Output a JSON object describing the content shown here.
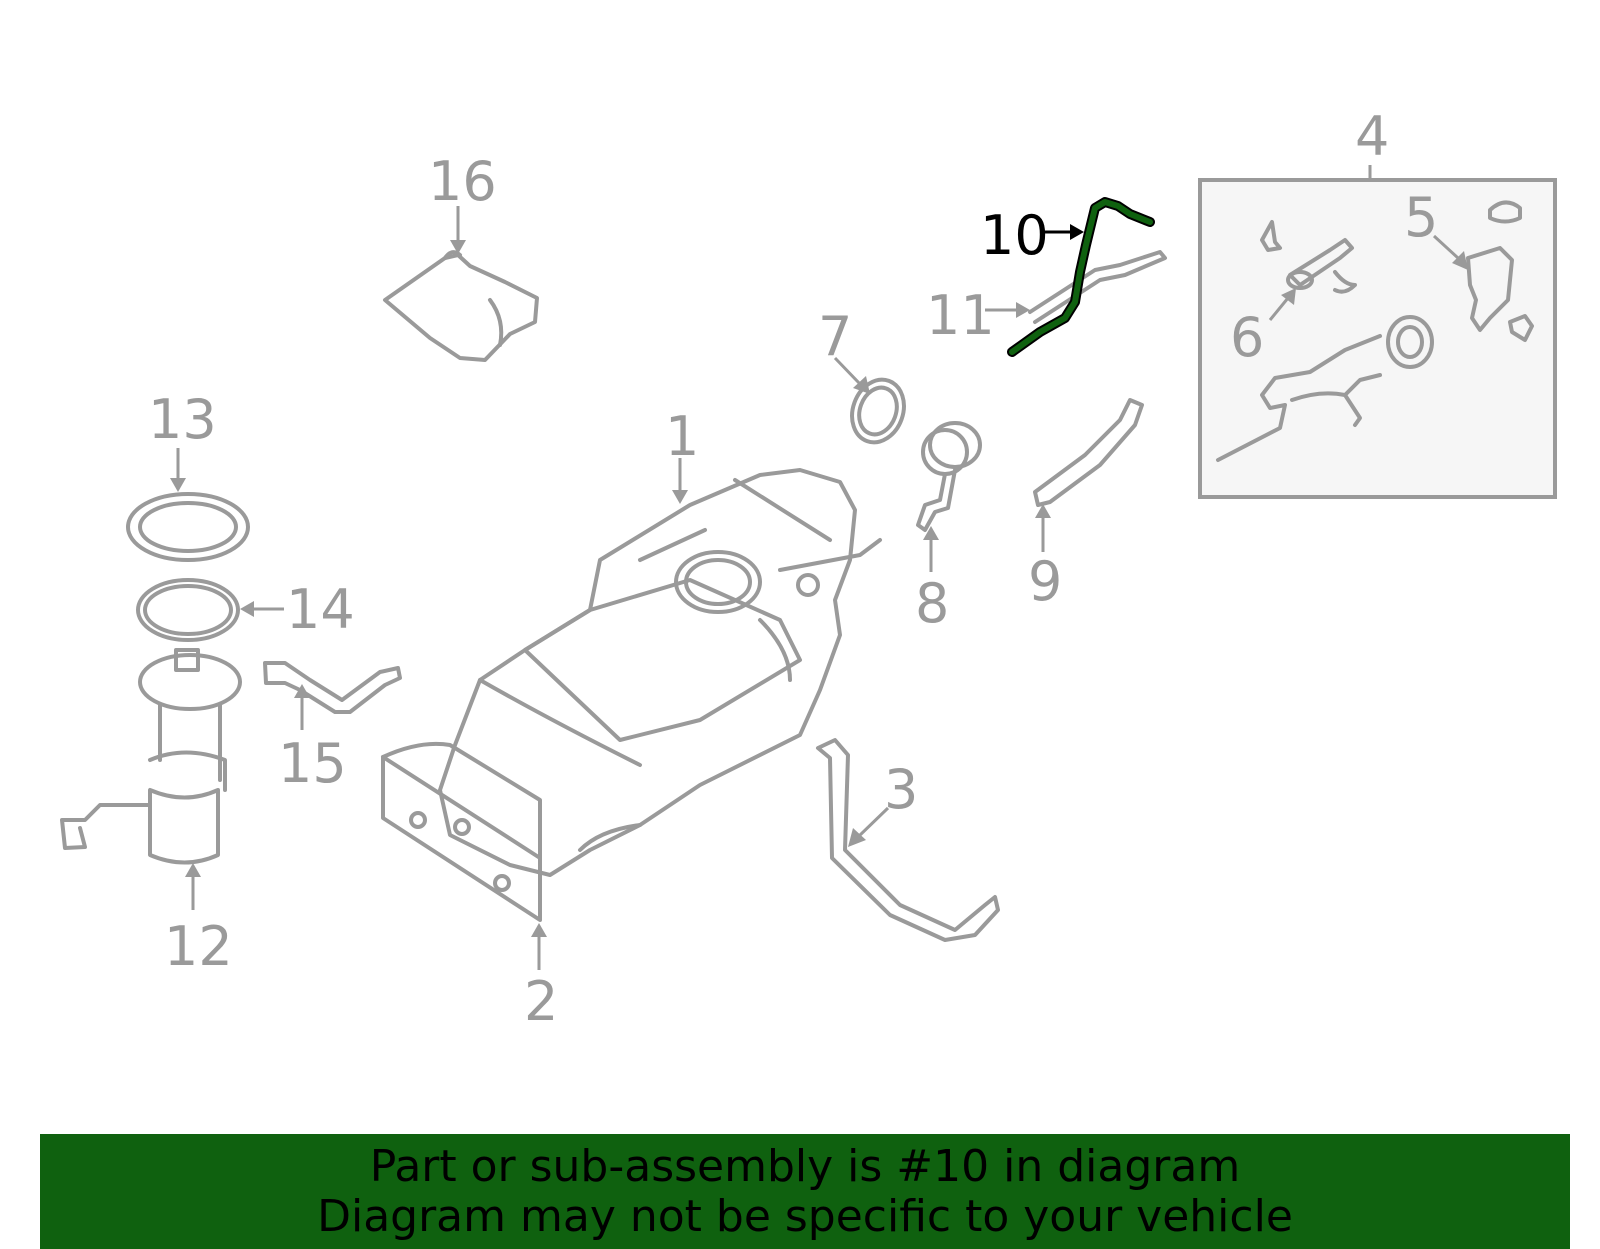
{
  "diagram": {
    "highlight_color": "#0f610f",
    "part_color": "#9a9a9a",
    "labels": {
      "p1": "1",
      "p2": "2",
      "p3": "3",
      "p4": "4",
      "p5": "5",
      "p6": "6",
      "p7": "7",
      "p8": "8",
      "p9": "9",
      "p10": "10",
      "p11": "11",
      "p12": "12",
      "p13": "13",
      "p14": "14",
      "p15": "15",
      "p16": "16"
    },
    "highlighted_part": "10"
  },
  "banner": {
    "line1": "Part or sub-assembly is #10 in diagram",
    "line2": "Diagram may not be specific to your vehicle",
    "background": "#0f610f"
  }
}
